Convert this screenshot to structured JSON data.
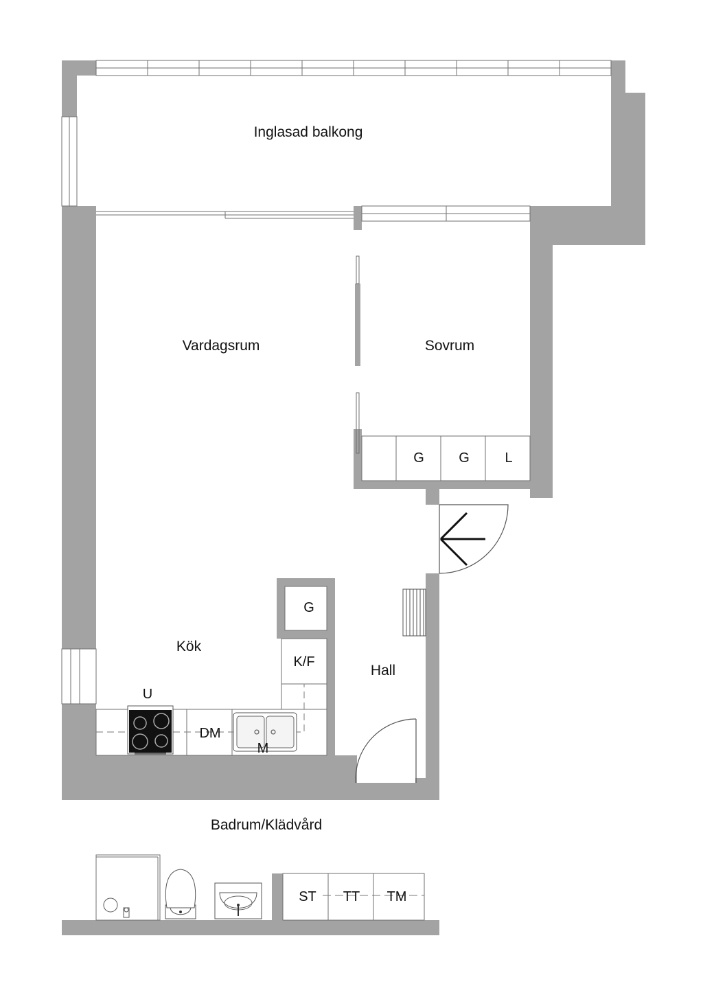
{
  "rooms": {
    "balcony": "Inglasad balkong",
    "living": "Vardagsrum",
    "bedroom": "Sovrum",
    "kitchen": "Kök",
    "hall": "Hall",
    "bathroom": "Badrum/Klädvård"
  },
  "fixtures": {
    "wardrobe_1": "G",
    "wardrobe_2": "G",
    "linen": "L",
    "kitchen_cabinet": "G",
    "fridge_freezer": "K/F",
    "oven": "U",
    "dishwasher": "DM",
    "microwave": "M",
    "drying_cabinet": "ST",
    "tumble_dryer": "TT",
    "washing_machine": "TM"
  },
  "colors": {
    "wall": "#a3a3a3",
    "line": "#6f6f6f",
    "text": "#111111"
  }
}
